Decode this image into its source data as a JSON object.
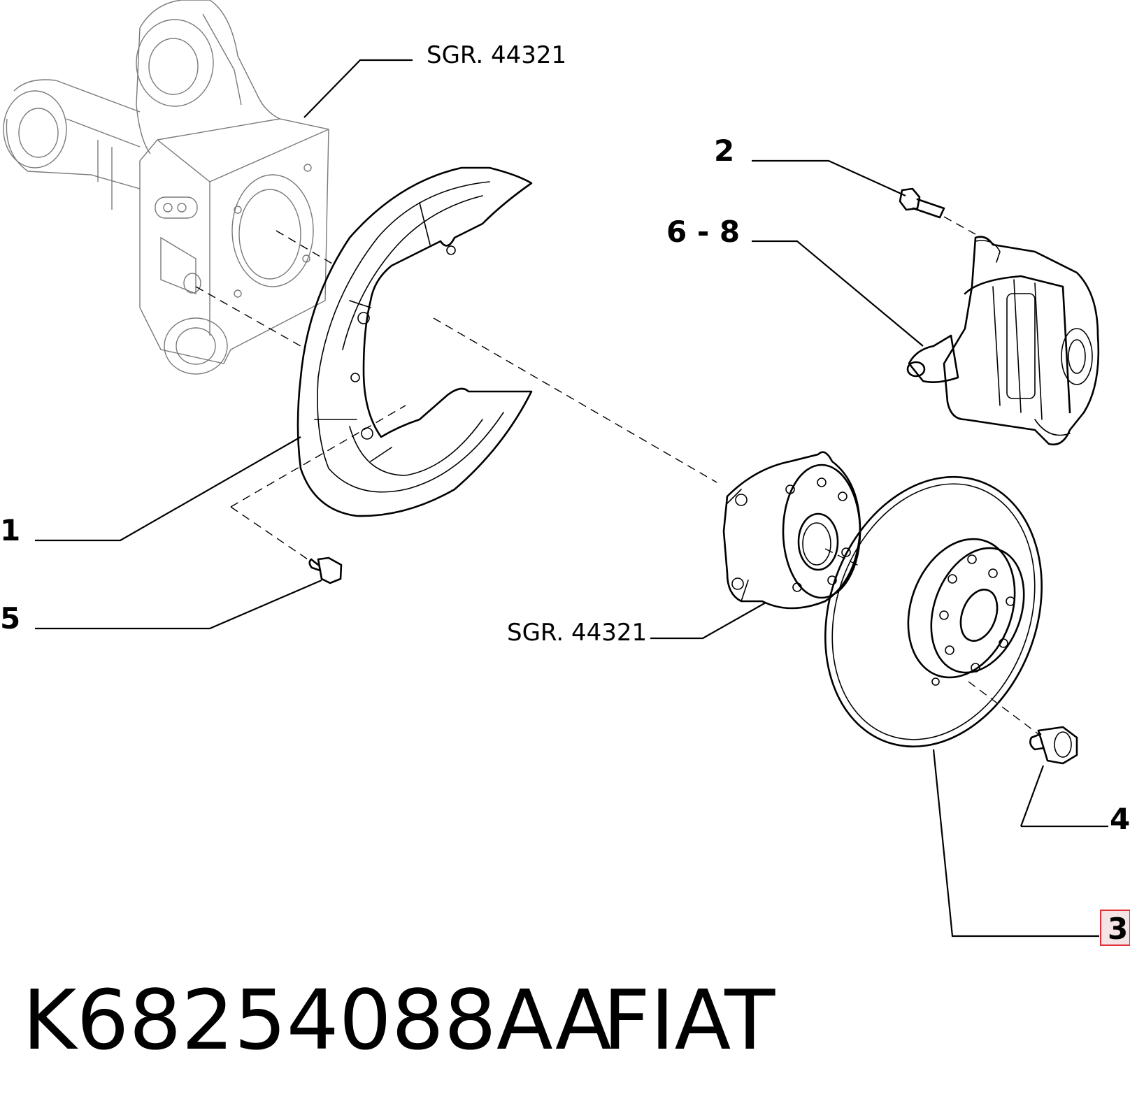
{
  "callouts": {
    "p1": "1",
    "p2": "2",
    "p3": "3",
    "p4": "4",
    "p5": "5",
    "p68": "6 - 8"
  },
  "references": {
    "knuckle": "SGR. 44321",
    "hub": "SGR. 44321"
  },
  "footer": {
    "part_number": "K68254088AA",
    "brand": "FIAT"
  },
  "colors": {
    "line": "#000000",
    "highlight_border": "#e0303a",
    "highlight_fill": "#f4e4e6"
  }
}
